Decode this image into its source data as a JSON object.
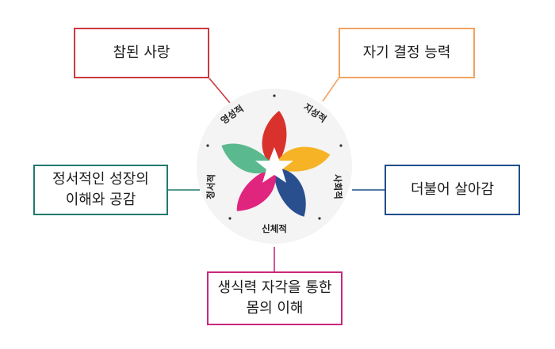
{
  "boxes": {
    "top_left": "참된 사랑",
    "top_right": "자기 결정 능력",
    "left_line1": "정서적인 성장의",
    "left_line2": "이해와 공감",
    "right": "더불어 살아감",
    "bottom_line1": "생식력 자각을 통한",
    "bottom_line2": "몸의 이해"
  },
  "emblem": {
    "ring_spiritual": "영성적",
    "ring_intellectual": "지성적",
    "ring_social": "사회적",
    "ring_physical": "신체적",
    "ring_emotional": "정서적",
    "colors": {
      "spiritual": "#d9322d",
      "intellectual": "#f6b325",
      "social": "#2a4f8f",
      "physical": "#e0257f",
      "emotional": "#5bb98f"
    }
  }
}
